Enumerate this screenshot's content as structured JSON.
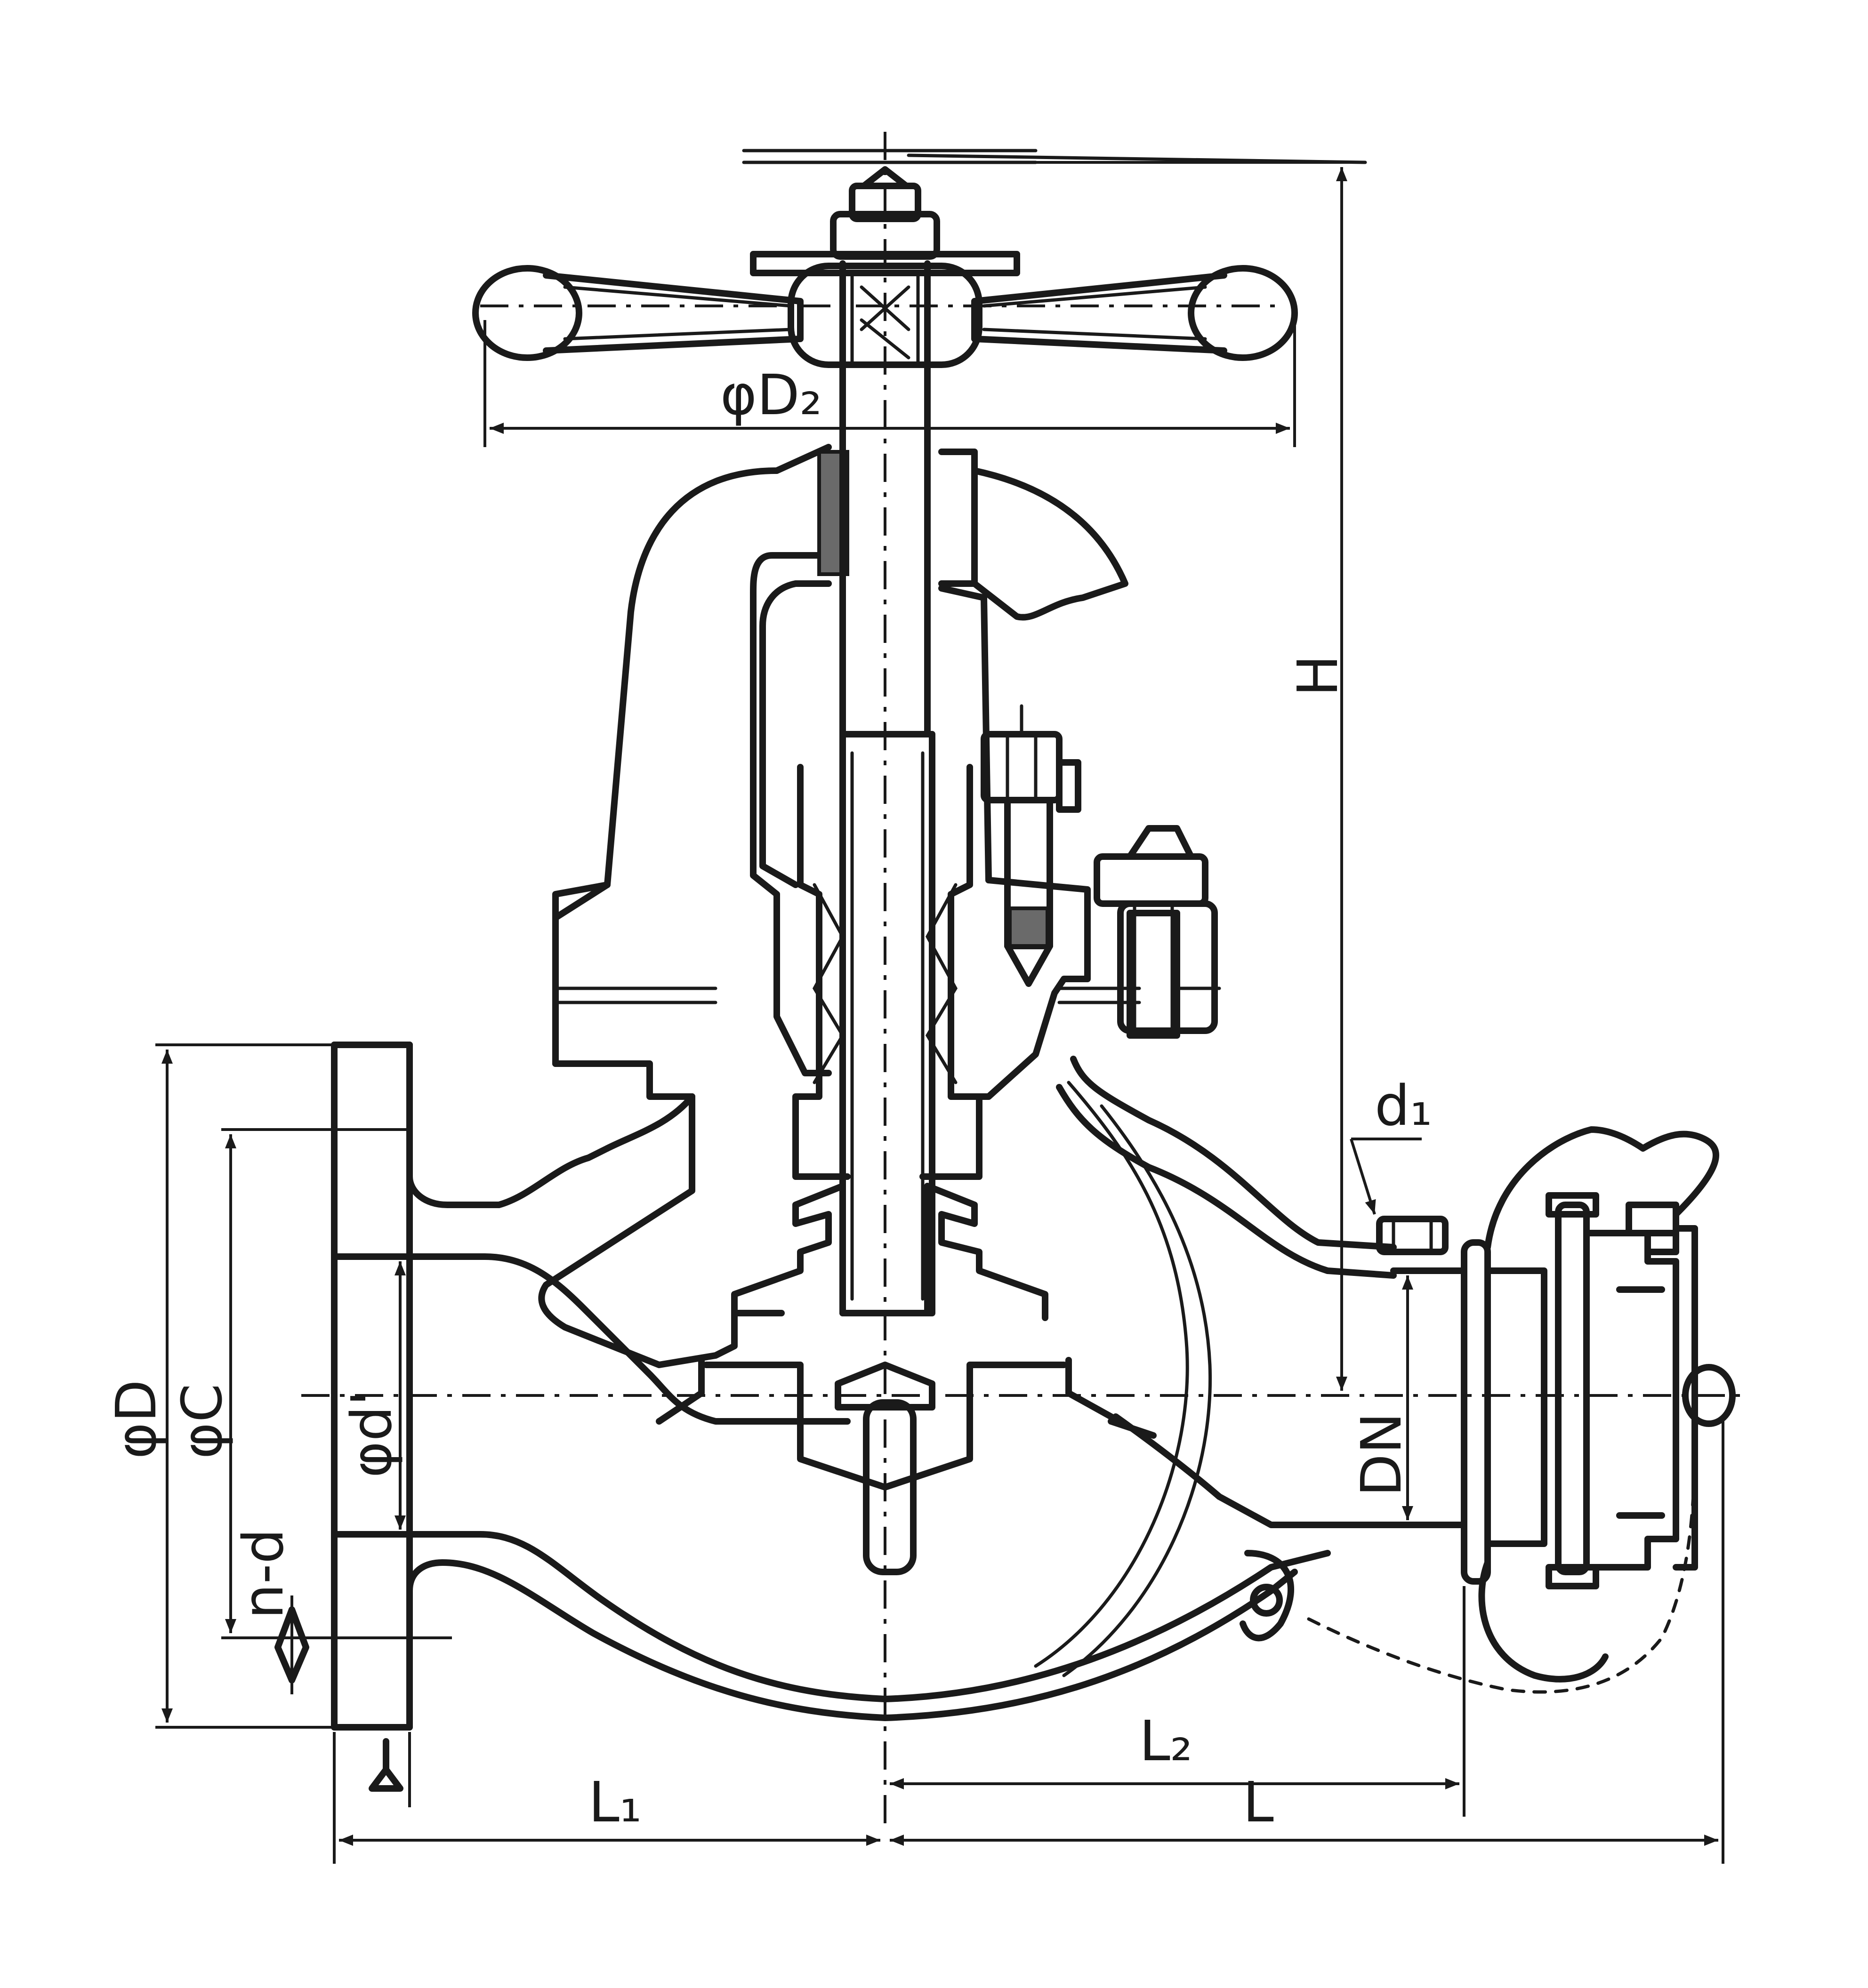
{
  "labels": {
    "handwheel_diameter": "φD₂",
    "height": "H",
    "flange_outer_diameter": "φD",
    "bolt_circle_diameter": "φC",
    "bore_diameter": "φd'",
    "bolt_holes": "n-d",
    "nominal_diameter": "DN",
    "outlet_thread": "d₁",
    "length_inlet": "L₁",
    "length_outlet": "L₂",
    "total_length": "L"
  }
}
